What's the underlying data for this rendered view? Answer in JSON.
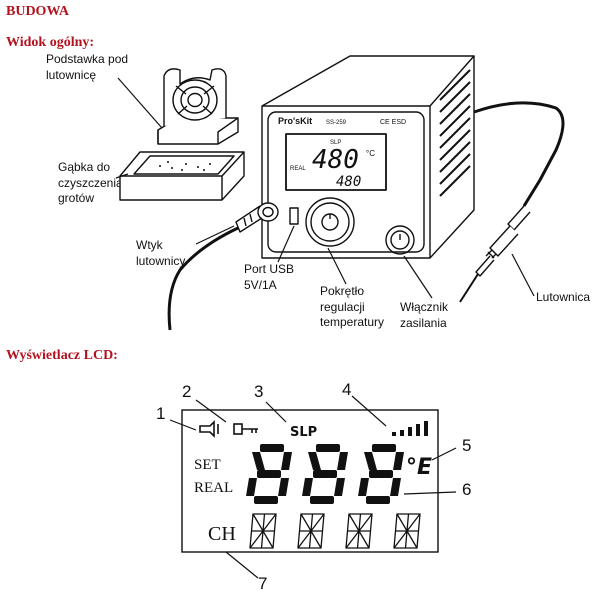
{
  "header": {
    "title": "BUDOWA"
  },
  "overview": {
    "heading": "Widok ogólny:",
    "labels": {
      "holder": "Podstawka pod lutownicę",
      "sponge": "Gąbka do czyszczenia grotów",
      "plug": "Wtyk lutownicy",
      "usb": "Port USB 5V/1A",
      "knob": "Pokrętło regulacji temperatury",
      "power": "Włącznik zasilania",
      "iron": "Lutownica"
    },
    "device": {
      "brand": "Pro'sKit",
      "model": "SS-259",
      "slp": "SLP",
      "set_temp": "480",
      "unit": "°C",
      "real_temp": "480",
      "real_label": "REAL",
      "marks": "CE ESD"
    }
  },
  "lcd_section": {
    "heading": "Wyświetlacz LCD:",
    "set": "SET",
    "real": "REAL",
    "ch": "CH",
    "slp": "SLP",
    "unit": "°E",
    "callouts": [
      "1",
      "2",
      "3",
      "4",
      "5",
      "6",
      "7"
    ]
  }
}
